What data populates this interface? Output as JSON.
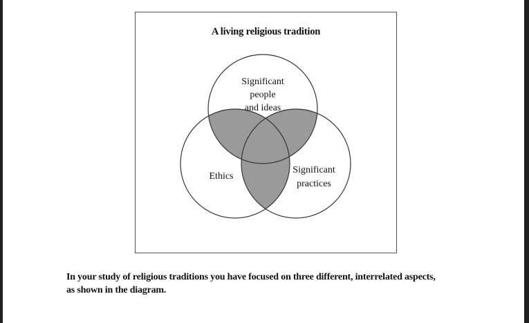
{
  "diagram": {
    "title": "A living religious tradition",
    "circles": {
      "top": {
        "lines": [
          "Significant",
          "people",
          "and ideas"
        ]
      },
      "left": {
        "lines": [
          "Ethics"
        ]
      },
      "right": {
        "lines": [
          "Significant",
          "practices"
        ]
      }
    },
    "colors": {
      "overlap_fill": "#9a9a9a",
      "circle_stroke": "#333333",
      "frame_border": "#555555"
    }
  },
  "caption": {
    "line1": "In your study of religious traditions you have focused on three different, interrelated aspects,",
    "line2": "as shown in the diagram."
  }
}
